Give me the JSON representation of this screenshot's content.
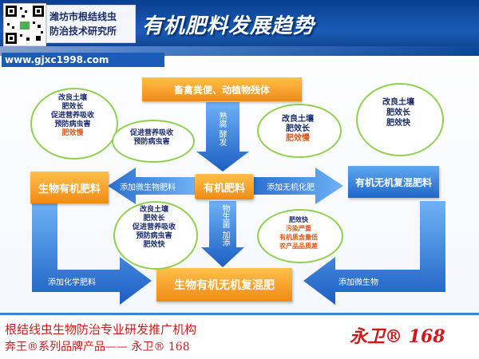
{
  "header": {
    "org_name_line1": "潍坊市根结线虫",
    "org_name_line2": "防治技术研究所",
    "page_title": "有机肥料发展趋势",
    "website": "www.gjxc1998.com"
  },
  "diagram": {
    "top_source": "畜禽粪便、动植物残体",
    "process_label": "熟腐 酵发",
    "center": "有机肥料",
    "left_product": "生物有机肥料",
    "right_product": "有机无机复混肥料",
    "bottom_product": "生物有机无机复混肥",
    "arrow_left": "添加微生物肥料",
    "arrow_right": "添加无机化肥",
    "arrow_down": "物生菌 加添",
    "arrow_bottom_left": "添加化学肥料",
    "arrow_bottom_right": "添加微生物",
    "cloud_top_left": [
      "改良土壤",
      "肥效长",
      "促进营养吸收",
      "预防病虫害",
      "肥效慢"
    ],
    "cloud_top_mid": [
      "促进营养吸收",
      "预防病虫害"
    ],
    "cloud_center_right": [
      "改良土壤",
      "肥效长",
      "肥效慢"
    ],
    "cloud_top_right": [
      "改良土壤",
      "肥效长",
      "肥效快"
    ],
    "cloud_bottom_mid": [
      "改良土壤",
      "肥效长",
      "促进营养吸收",
      "预防病虫害",
      "肥效快"
    ],
    "cloud_bottom_right": [
      "肥效快",
      "污染严重",
      "有机质含量低",
      "农产品品质差"
    ]
  },
  "footer": {
    "line1": "根结线虫生物防治专业研发推广机构",
    "line2": "奔王®系列品牌产品—— 永卫® 168",
    "brand": "永卫® 168"
  },
  "colors": {
    "header_blue": "#1a5cb8",
    "orange_box": "#f08a14",
    "blue_arrow": "#1f67c9",
    "footer_red": "#d01a1a",
    "cloud_border": "#8fd14f"
  }
}
